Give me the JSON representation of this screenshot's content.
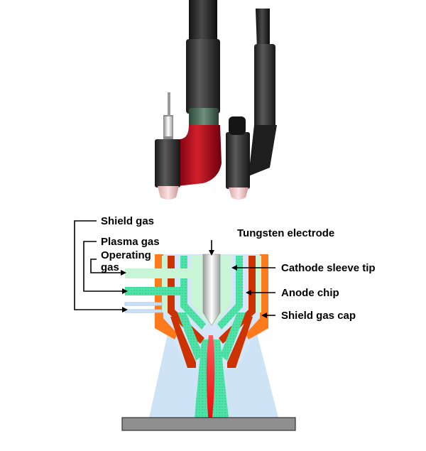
{
  "photo": {
    "left_torch": "plasma-torch-angled-red",
    "right_torch": "plasma-torch-angled-black"
  },
  "diagram": {
    "labels": {
      "shield_gas": "Shield gas",
      "plasma_gas": "Plasma gas",
      "operating_gas_line1": "Operating",
      "operating_gas_line2": "gas",
      "tungsten_electrode": "Tungsten electrode",
      "cathode_sleeve_tip": "Cathode sleeve tip",
      "anode_chip": "Anode chip",
      "shield_gas_cap": "Shield gas cap"
    },
    "colors": {
      "shield_gas": "#cfe3f7",
      "plasma_gas": "#4fe3a8",
      "operating_gas": "#c8f5d6",
      "anode_chip": "#cc3300",
      "shield_gas_cap": "#ff7a1a",
      "electrode": "#b8b8b8",
      "arc": "#ff1a1a",
      "workpiece": "#8f8f8f"
    }
  }
}
